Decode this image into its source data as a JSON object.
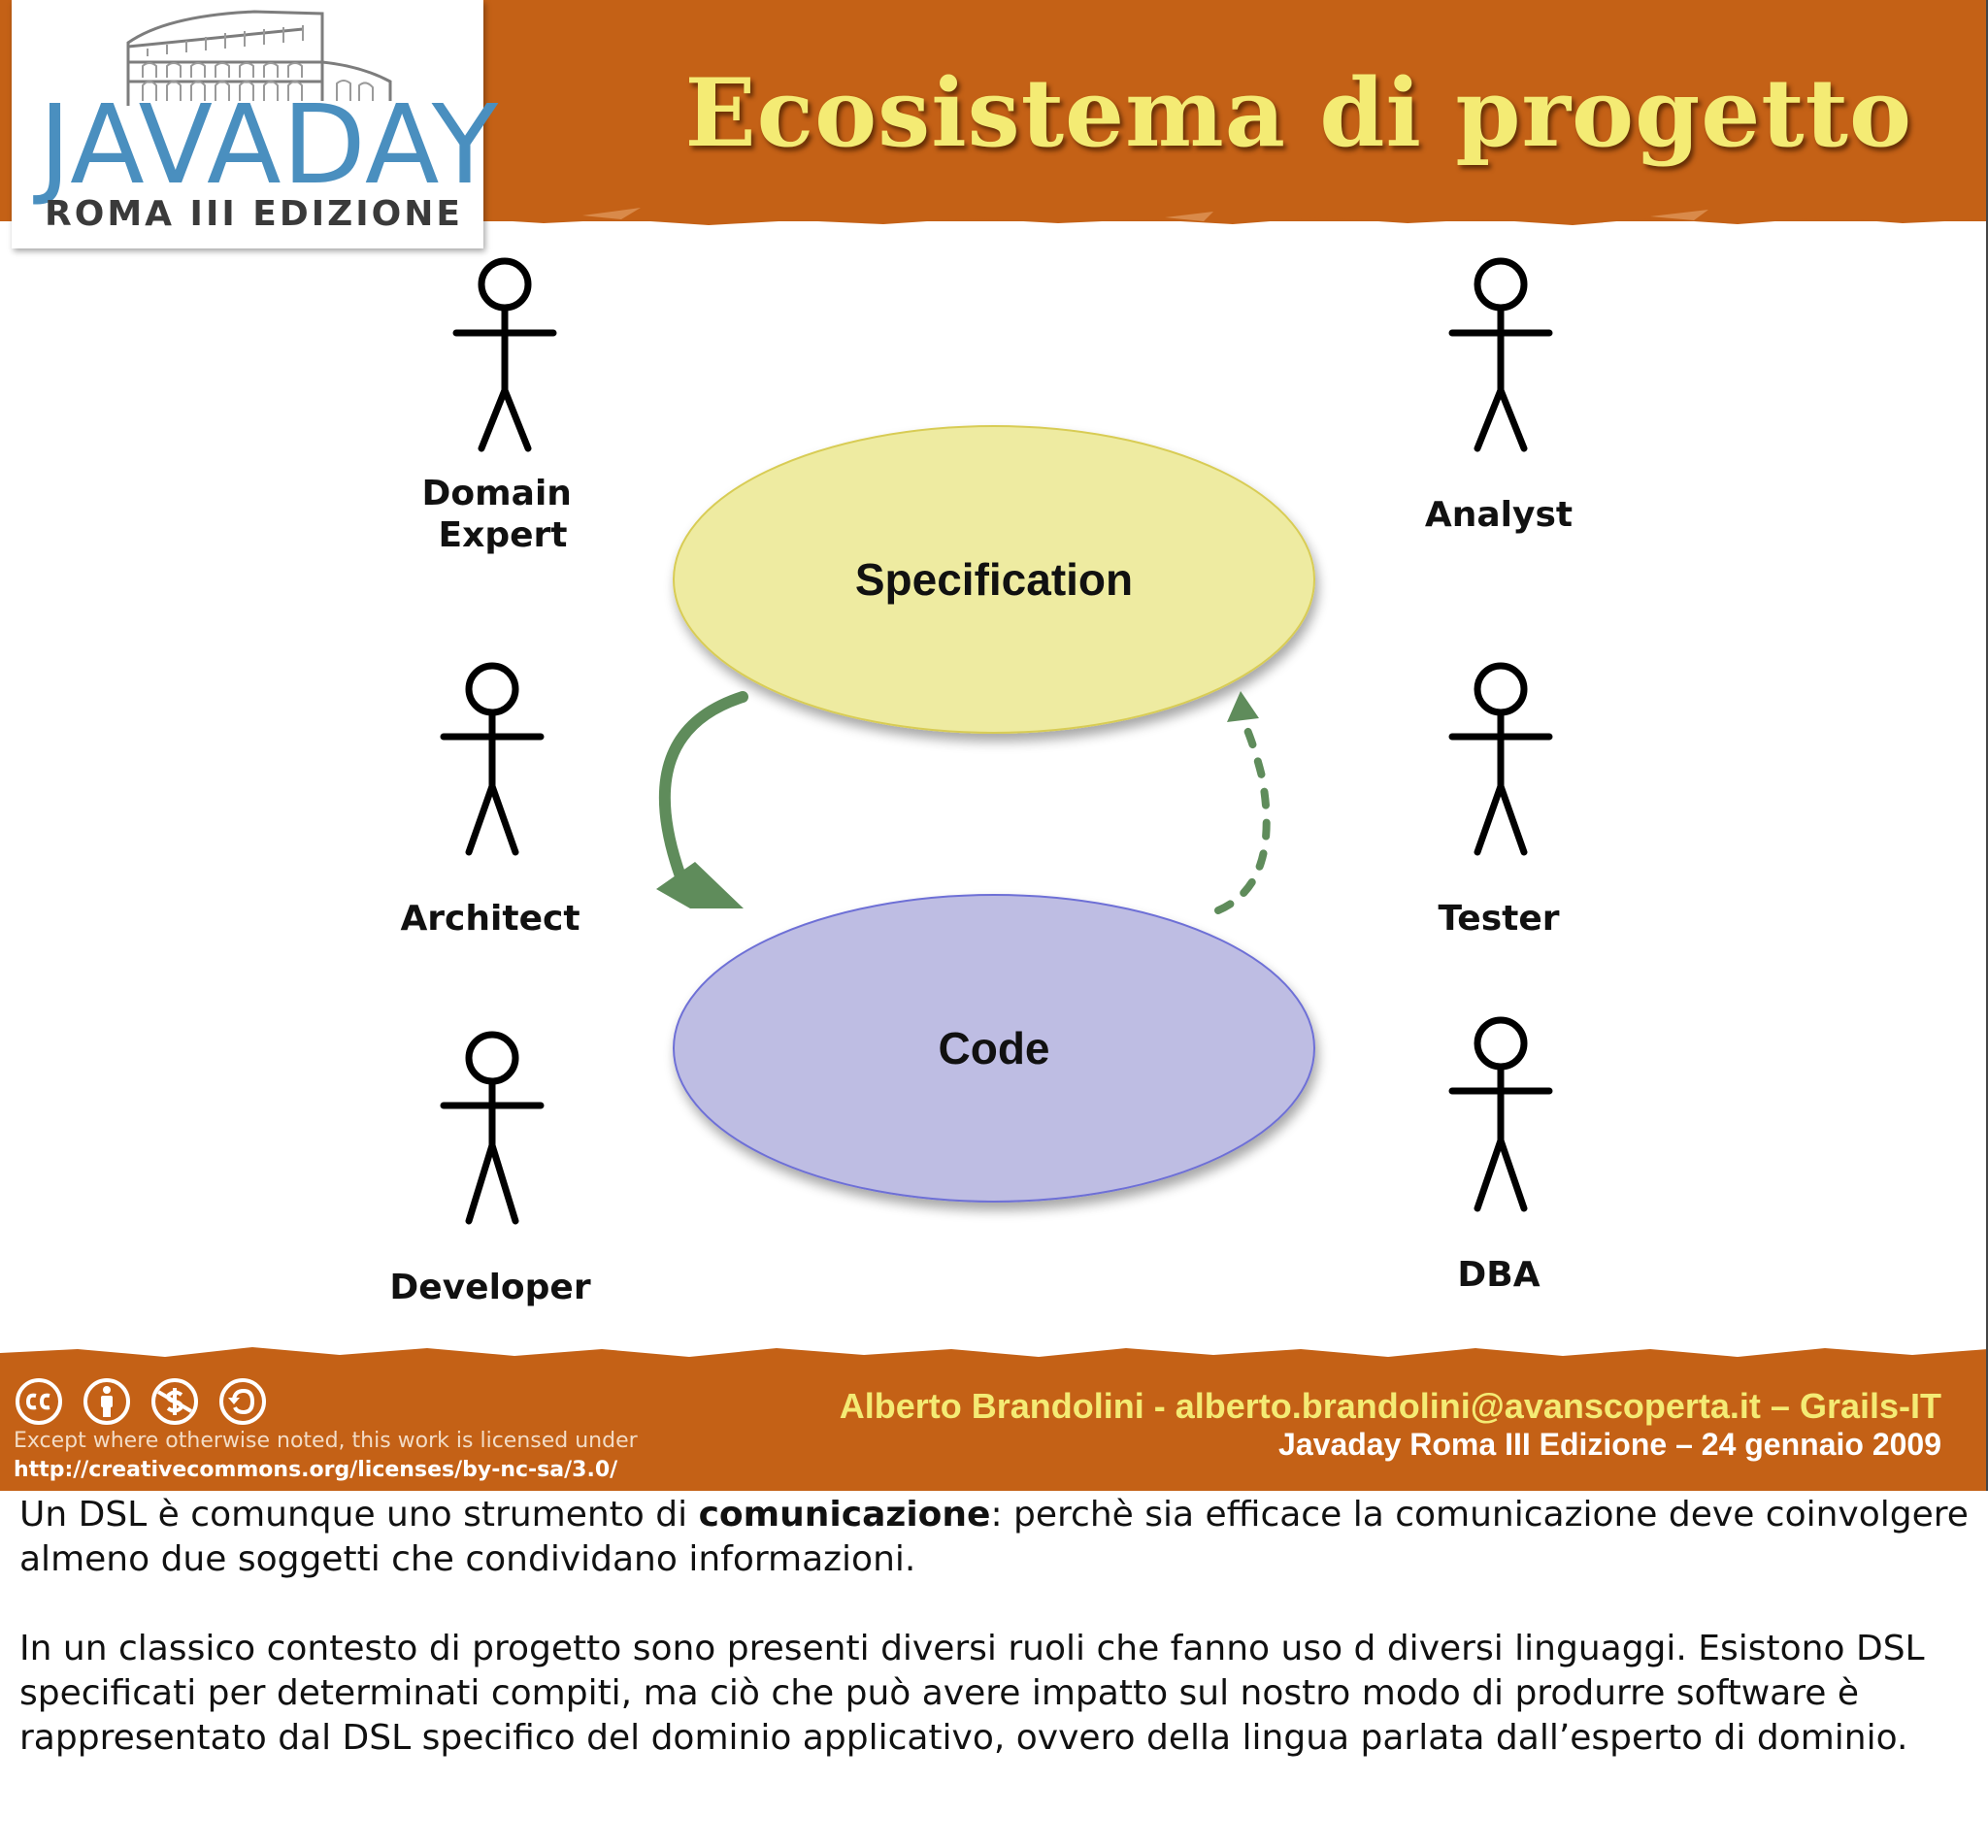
{
  "slide": {
    "title": "Ecosistema di progetto",
    "logo": {
      "main": "JAVADAY",
      "sub": "ROMA III EDIZIONE"
    },
    "diagram": {
      "ellipses": [
        {
          "label": "Specification",
          "fill": "#eeeba1",
          "stroke": "#d8cc55"
        },
        {
          "label": "Code",
          "fill": "#bebde3",
          "stroke": "#6e6fd6"
        }
      ],
      "arrow_color": "#5f8c5b",
      "actors_left": [
        "Domain Expert",
        "Architect",
        "Developer"
      ],
      "actors_left_lines": {
        "domain_expert": [
          "Domain",
          "Expert"
        ]
      },
      "actors_right": [
        "Analyst",
        "Tester",
        "DBA"
      ]
    },
    "footer": {
      "license_icons": [
        "cc-icon",
        "attribution-icon",
        "noncommercial-icon",
        "sharealike-icon"
      ],
      "license_text": "Except where otherwise noted, this work is licensed under",
      "license_url": "http://creativecommons.org/licenses/by-nc-sa/3.0/",
      "author_line": "Alberto Brandolini - alberto.brandolini@avanscoperta.it – Grails-IT",
      "event_line": "Javaday Roma III Edizione – 24 gennaio 2009"
    },
    "colors": {
      "band": "#c46116",
      "title": "#f4eb74",
      "logo_blue": "#4a8fbf"
    }
  },
  "notes": {
    "p1_before": "Un DSL è comunque uno strumento di ",
    "p1_bold": "comunicazione",
    "p1_after": ": perchè sia efficace la comunicazione deve coinvolgere almeno due soggetti che condividano informazioni.",
    "p2": "In un classico contesto di progetto sono presenti diversi ruoli che fanno uso d diversi linguaggi. Esistono DSL specificati per determinati compiti, ma ciò che può avere impatto sul nostro modo di produrre software è rappresentato dal DSL specifico del dominio applicativo, ovvero della lingua parlata dall’esperto di dominio."
  }
}
